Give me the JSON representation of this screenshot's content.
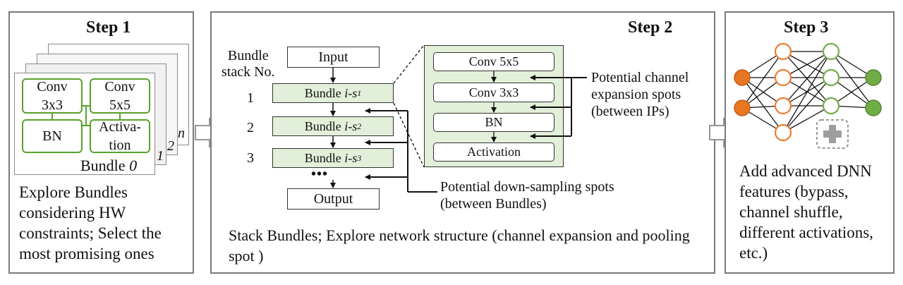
{
  "step1": {
    "title": "Step 1",
    "ops": [
      "Conv\n3x3",
      "Conv\n5x5",
      "BN",
      "Activa-\ntion"
    ],
    "bundle_label_text": "Bundle",
    "bundle_label_index": "0",
    "stack_indices": [
      "1",
      "2",
      "n"
    ],
    "ellipsis": "• • •",
    "description": "Explore Bundles considering HW constraints; Select the most promising ones"
  },
  "step2": {
    "title": "Step 2",
    "stack_header": "Bundle\nstack No.",
    "stack_numbers": [
      "1",
      "2",
      "3"
    ],
    "input_label": "Input",
    "output_label": "Output",
    "bundle_prefix": "Bundle ",
    "bundles": [
      {
        "name": "i-s",
        "sub": "1"
      },
      {
        "name": "i-s",
        "sub": "2"
      },
      {
        "name": "i-s",
        "sub": "3"
      }
    ],
    "stack_ellipsis": "•••",
    "inner_ops": [
      "Conv 5x5",
      "Conv 3x3",
      "BN",
      "Activation"
    ],
    "channel_note": "Potential channel\nexpansion spots\n(between IPs)",
    "downsample_note": "Potential down-sampling spots\n(between Bundles)",
    "description": "Stack Bundles; Explore network structure (channel expansion and pooling spot )"
  },
  "step3": {
    "title": "Step 3",
    "description": "Add advanced DNN features (bypass, channel shuffle, different activations, etc.)",
    "colors": {
      "input_node": "#e87722",
      "hidden1_node": "#f4b183",
      "hidden2_node": "#70ad47",
      "output_node": "#548235",
      "plus": "#9e9e9e"
    }
  },
  "colors": {
    "green_border": "#5aa02c",
    "bundle_fill": "#e2efd9",
    "panel_border": "#7a7a7a"
  }
}
